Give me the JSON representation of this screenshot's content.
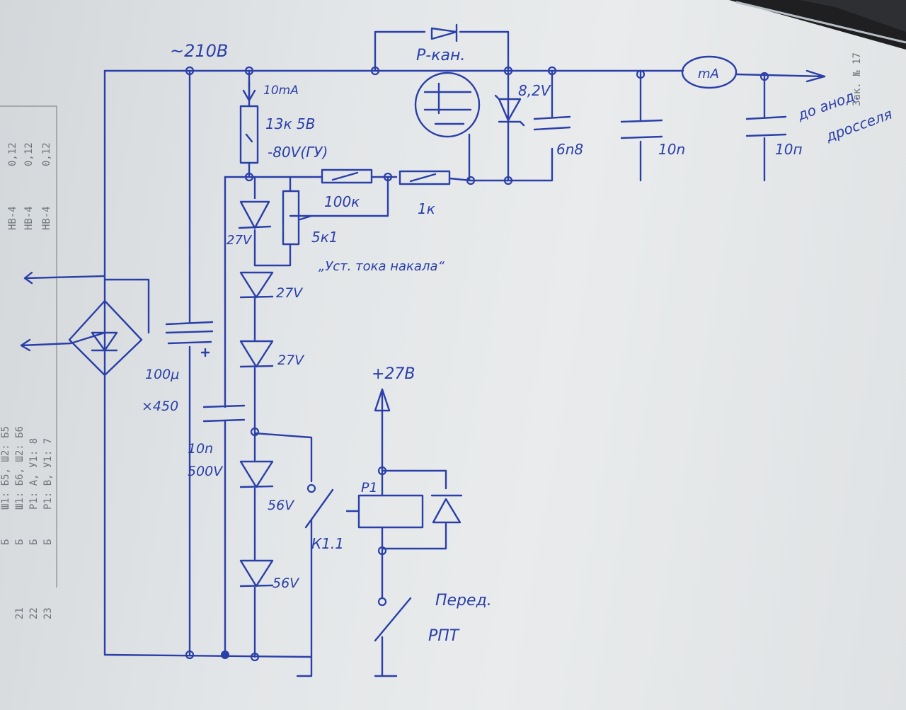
{
  "labels": {
    "supply": "~210В",
    "current_10ma": "10mA",
    "r1": "13к 5В",
    "r1_note": "-80V(ГУ)",
    "r100k": "100к",
    "r1k": "1к",
    "pot": "5к1",
    "pot_note": "„Уст. тока накала“",
    "pchan": "Р-кан.",
    "zener": "8,2V",
    "cap_6n8": "6n8",
    "cap_10n_a": "10n",
    "cap_10n_b": "10п",
    "meter": "mA",
    "to_choke": "до анод.",
    "choke": "дросселя",
    "bridge_cap": "100μ",
    "bridge_cap_v": "×450",
    "c_10n": "10n",
    "c_500v": "500V",
    "d1": "27V",
    "d2": "27V",
    "d3": "27V",
    "d4": "56V",
    "d5": "56V",
    "relay_supply": "+27В",
    "relay": "Р1",
    "contact": "К1.1",
    "transfer": "Перед.",
    "transfer_id": "РПТ"
  },
  "printed_table": {
    "rows_right": [
      "0,12",
      "0,12",
      "0,12",
      "HB-4",
      "HB-4",
      "HB-4"
    ],
    "rows_mid": [
      "Ш1: Б5, Ш2: Б5",
      "Ш1: Б6, Ш2: Б6",
      "Р1: А, У1: 8",
      "Р1: В, У1: 7"
    ],
    "rows_left": [
      "Б",
      "Б",
      "Б",
      "Б"
    ],
    "row_numbers": [
      "21",
      "22",
      "23"
    ],
    "corner_text": "Зак. № 17"
  }
}
